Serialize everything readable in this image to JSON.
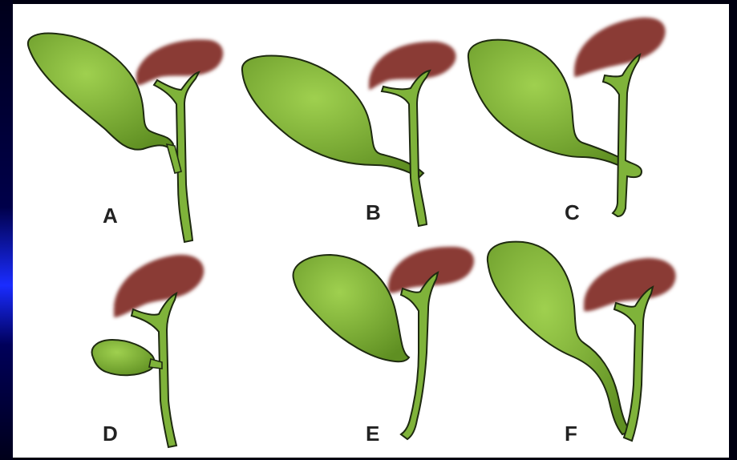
{
  "diagram": {
    "panels": [
      {
        "label": "A"
      },
      {
        "label": "B"
      },
      {
        "label": "C"
      },
      {
        "label": "D"
      },
      {
        "label": "E"
      },
      {
        "label": "F"
      }
    ]
  },
  "colors": {
    "gallbladder": "#8dbf3f",
    "gallbladder_dark": "#6d9a2a",
    "duct": "#7fb33a",
    "outline": "#1e2a10",
    "liver": "#8a3b35",
    "background": "#ffffff",
    "slide_background": "#000010"
  }
}
